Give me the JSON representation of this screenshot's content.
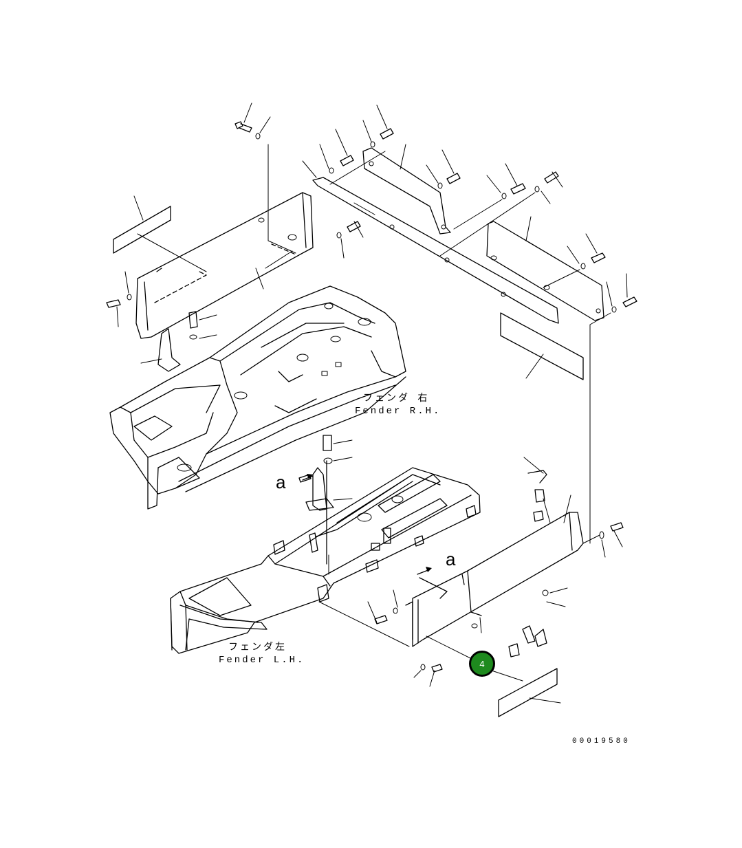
{
  "diagram": {
    "labels": {
      "fender_rh_jp": "フェンダ 右",
      "fender_rh_en": "Fender R.H.",
      "fender_lh_jp": "フェンダ左",
      "fender_lh_en": "Fender L.H."
    },
    "view_markers": [
      "a",
      "a"
    ],
    "callout": {
      "number": "4",
      "color": "#1e8a1e"
    },
    "drawing_number": "00019580"
  }
}
